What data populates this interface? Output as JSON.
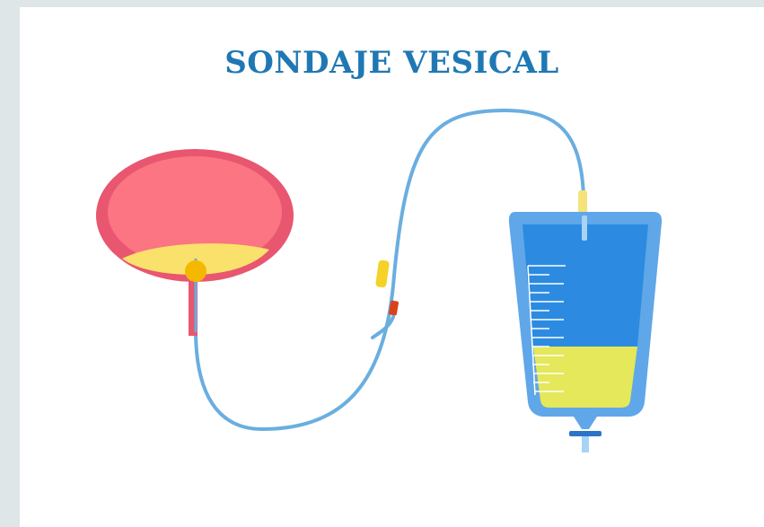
{
  "slide": {
    "title": "SONDAJE VESICAL"
  },
  "colors": {
    "background": "#dfe6e8",
    "title": "#1f78b4",
    "bladder_outer": "#e8566f",
    "bladder_inner": "#fb7582",
    "urine": "#f9e16b",
    "balloon": "#f5b800",
    "tube": "#6aaee0",
    "bag_light": "#5fa7e8",
    "bag_fill": "#2c8be0",
    "bag_urine": "#e4e85a",
    "clamp_yellow": "#f6d128",
    "port_red": "#d8431c",
    "outlet": "#2b74c8"
  },
  "icons": [
    "bladder",
    "catheter-tube",
    "drainage-bag"
  ]
}
